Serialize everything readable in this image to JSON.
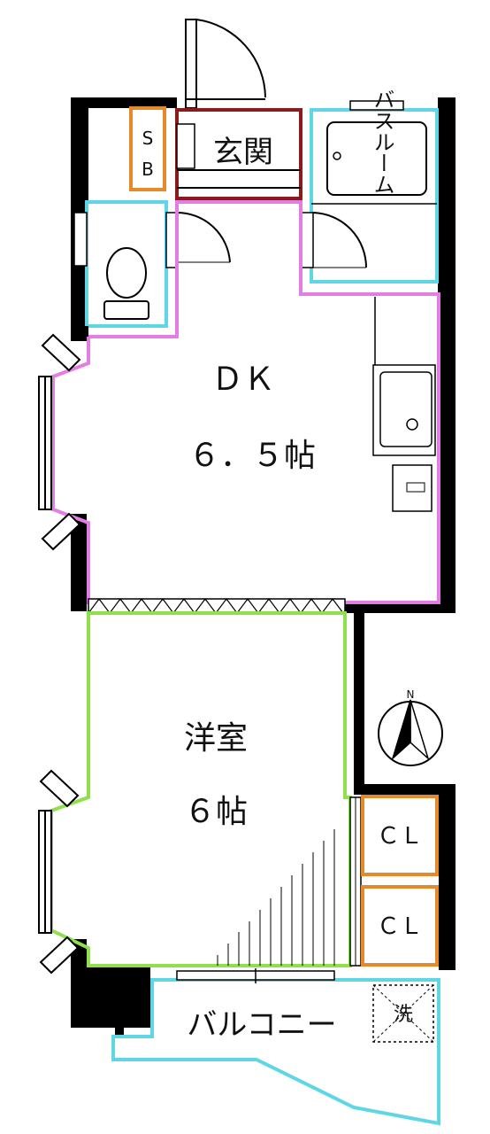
{
  "rooms": {
    "dk": {
      "name": "ＤＫ",
      "size": "６．５帖"
    },
    "western": {
      "name": "洋室",
      "size": "６帖"
    },
    "entrance": {
      "name": "玄関"
    },
    "sb": {
      "top": "S",
      "bottom": "B"
    },
    "bath": {
      "name": "バスルーム"
    },
    "closet1": {
      "name": "ＣＬ"
    },
    "closet2": {
      "name": "ＣＬ"
    },
    "balcony": {
      "name": "バルコニー"
    },
    "washer": {
      "name": "洗"
    },
    "compass": {
      "north": "N"
    }
  },
  "colors": {
    "wall": "#000000",
    "dk_outline": "#e37ce3",
    "western_outline": "#8fe04a",
    "bath_outline": "#5fd6e6",
    "toilet_outline": "#5fd6e6",
    "closet_outline": "#e5892a",
    "entrance_outline": "#8b1a1a",
    "balcony_outline": "#5fd6e6"
  }
}
